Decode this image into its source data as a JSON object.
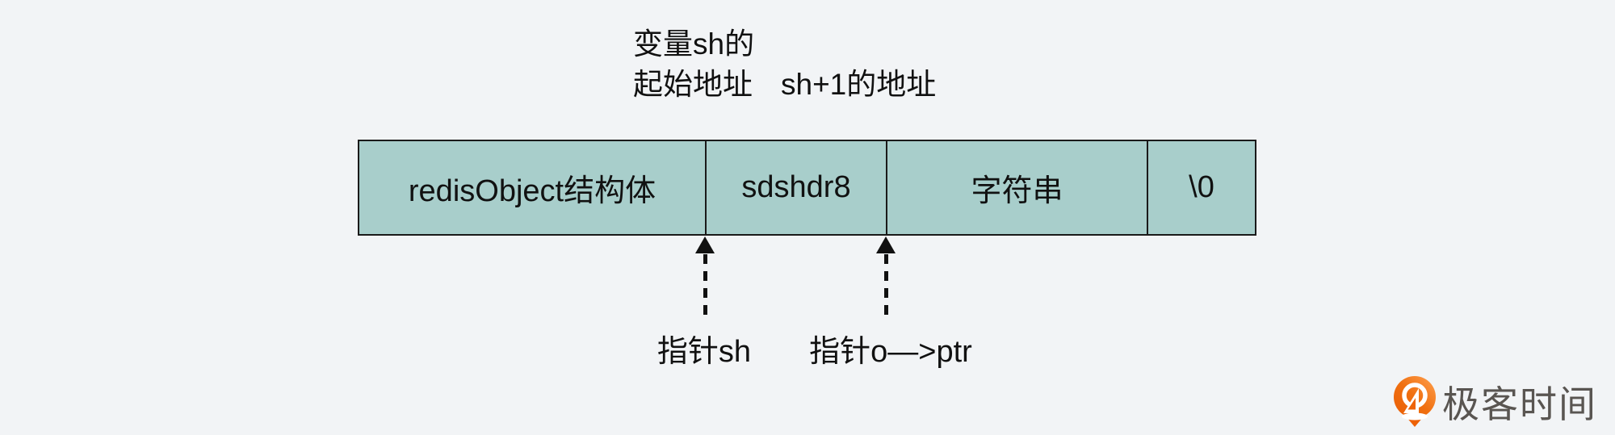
{
  "page": {
    "background_color": "#f2f4f6"
  },
  "diagram": {
    "top_labels": {
      "sh_start_line1": "变量sh的",
      "sh_start_line2": "起始地址",
      "sh_plus_1": "sh+1的地址"
    },
    "memory_bar": {
      "fill_color": "#a8cecb",
      "border_color": "#1a1a1a",
      "segments": [
        {
          "label": "redisObject结构体"
        },
        {
          "label": "sdshdr8"
        },
        {
          "label": "字符串"
        },
        {
          "label": "\\0"
        }
      ]
    },
    "pointers": [
      {
        "label": "指针sh"
      },
      {
        "label": "指针o—>ptr"
      }
    ]
  },
  "watermark": {
    "brand_name": "极客时间",
    "icon": "geektime-logo-icon",
    "orange_color": "#f26207",
    "text_color": "#595551"
  }
}
